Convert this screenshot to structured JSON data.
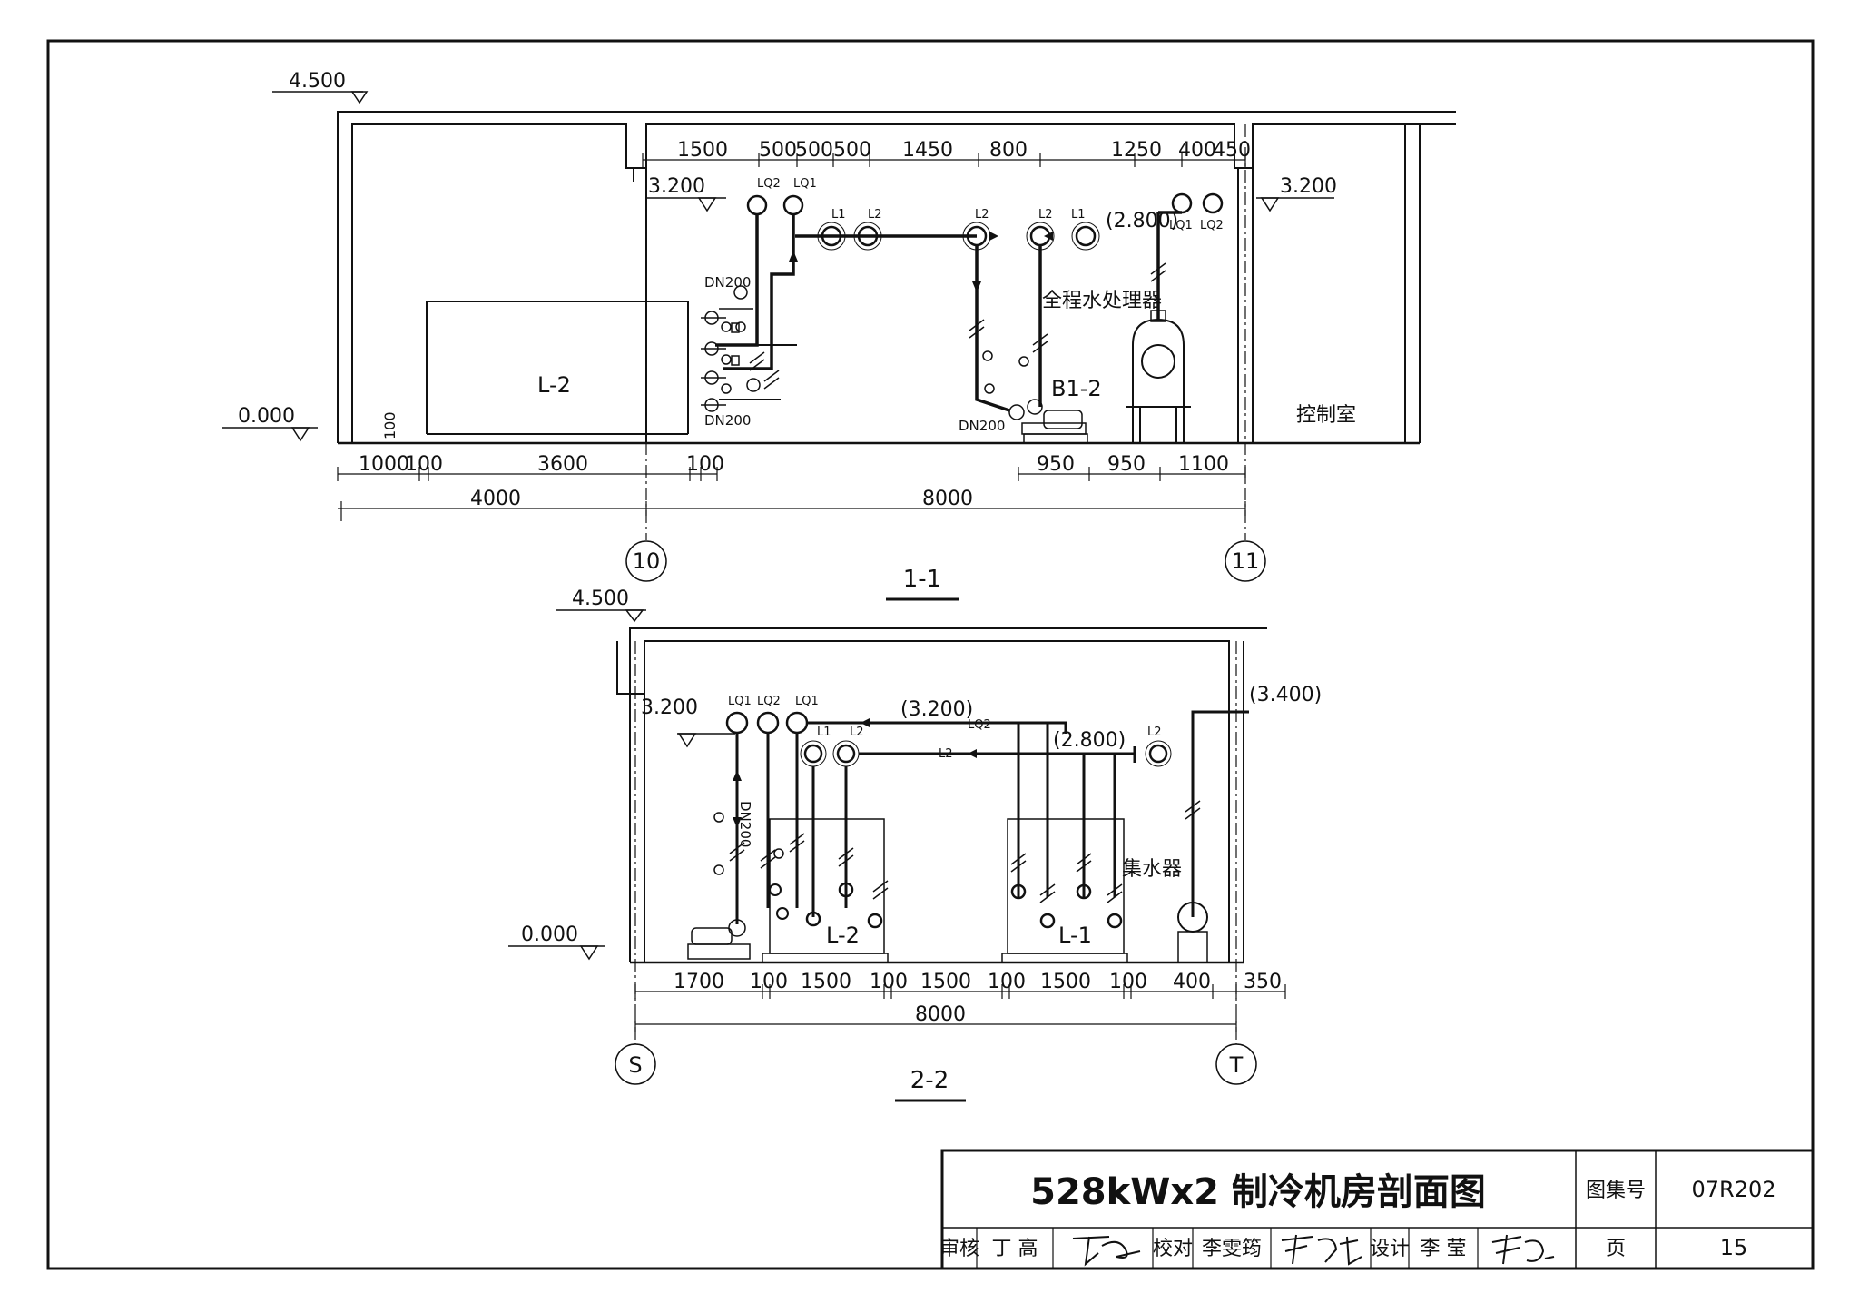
{
  "title_block": {
    "title": "528kWx2  制冷机房剖面图",
    "atlas_label": "图集号",
    "atlas_number": "07R202",
    "page_label": "页",
    "page_number": "15",
    "review_label": "审核",
    "review_name": "丁 高",
    "check_label": "校对",
    "check_name": "李雯筠",
    "design_label": "设计",
    "design_name": "李 莹",
    "review_signature": "丁高",
    "check_signature": "李雯筠",
    "design_signature": "李莹"
  },
  "section_1": {
    "label": "1-1",
    "elev_roof": "4.500",
    "elev_floor": "0.000",
    "elev_beam_left": "3.200",
    "elev_beam_right": "3.200",
    "elev_pipe": "(2.800)",
    "top_dims": [
      "1500",
      "500",
      "500",
      "500",
      "1450",
      "800",
      "1250",
      "400",
      "450"
    ],
    "pipe_tags_left": [
      "LQ2",
      "LQ1",
      "L1",
      "L2"
    ],
    "pipe_tags_mid": [
      "L2",
      "L2",
      "L1"
    ],
    "pipe_tags_right": [
      "LQ1",
      "LQ2"
    ],
    "dn_top": "DN200",
    "dn_bottom": "DN200",
    "dn_pump": "DN200",
    "chiller": "L-2",
    "pump": "B1-2",
    "water_treater": "全程水处理器",
    "control_room": "控制室",
    "bottom_dims": [
      "1000",
      "100",
      "3600",
      "100"
    ],
    "bottom_dims_right": [
      "950",
      "950",
      "1100"
    ],
    "span_dims": [
      "4000",
      "8000"
    ],
    "small_dim": "100",
    "axis_left": "10",
    "axis_right": "11"
  },
  "section_2": {
    "label": "2-2",
    "elev_roof": "4.500",
    "elev_floor": "0.000",
    "elev_beam": "3.200",
    "elev_pipe_1": "(3.200)",
    "elev_pipe_2": "(2.800)",
    "elev_pipe_3": "(3.400)",
    "pipe_tags_top": [
      "LQ1",
      "LQ2",
      "LQ1"
    ],
    "pipe_tags_mid": [
      "L1",
      "L2"
    ],
    "line_tag_lq2": "LQ2",
    "line_tag_l2": "L2",
    "right_tag": "L2",
    "dn_vertical": "DN200",
    "chiller_left": "L-2",
    "chiller_right": "L-1",
    "collector": "集水器",
    "bottom_dims": [
      "1700",
      "100",
      "1500",
      "100",
      "1500",
      "100",
      "1500",
      "100",
      "400",
      "350"
    ],
    "span_dim": "8000",
    "axis_left": "S",
    "axis_right": "T"
  }
}
